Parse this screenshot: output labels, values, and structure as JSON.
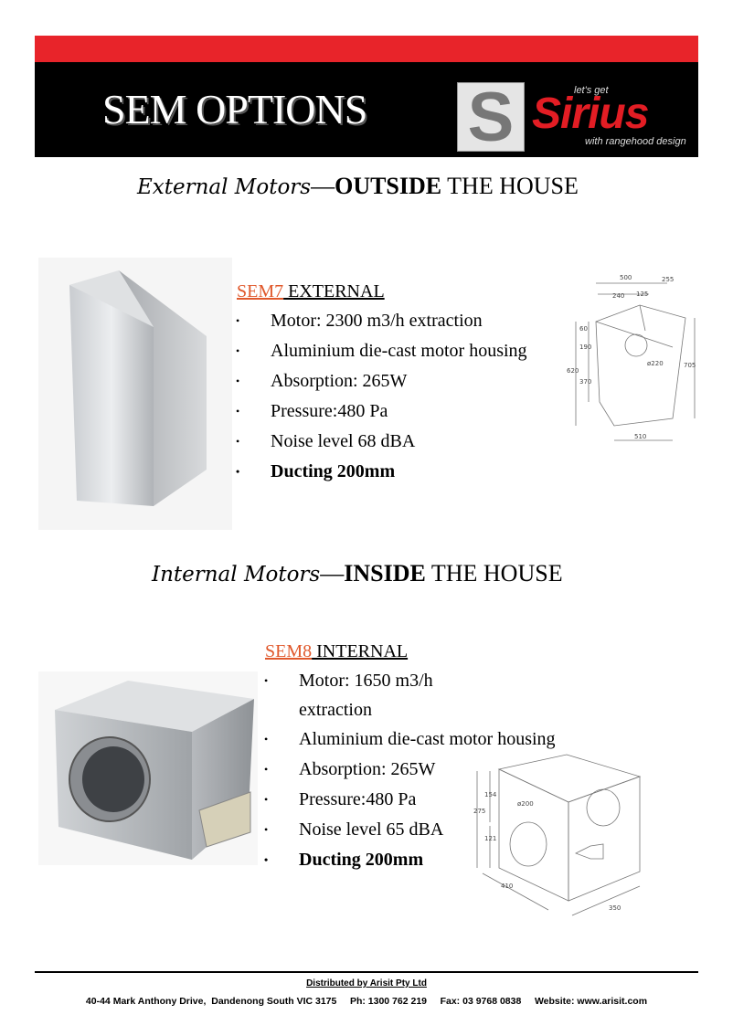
{
  "header": {
    "title": "SEM OPTIONS",
    "logo": {
      "letter": "S",
      "tagline_top": "let's get",
      "brand": "Sirius",
      "tagline_bottom": "with rangehood design"
    }
  },
  "sections": [
    {
      "heading_script": "External Motors",
      "heading_dash": "—",
      "heading_bold": "OUTSIDE",
      "heading_rest": " THE HOUSE",
      "product": {
        "code": "SEM7",
        "kind": " EXTERNAL",
        "specs": [
          "Motor: 2300 m3/h extraction",
          "Aluminium die-cast motor housing",
          "Absorption: 265W",
          "Pressure:480 Pa",
          "Noise level 68 dBA",
          "Ducting 200mm"
        ]
      },
      "drawing_labels": [
        "500",
        "255",
        "240",
        "125",
        "60",
        "190",
        "620",
        "370",
        "ø220",
        "705",
        "510"
      ]
    },
    {
      "heading_script": "Internal Motors",
      "heading_dash": "—",
      "heading_bold": "INSIDE",
      "heading_rest": " THE HOUSE",
      "product": {
        "code": "SEM8",
        "kind": " INTERNAL",
        "specs": [
          "Motor: 1650 m3/h extraction",
          "Aluminium die-cast motor housing",
          "Absorption: 265W",
          "Pressure:480 Pa",
          "Noise level 65 dBA",
          "Ducting 200mm"
        ]
      },
      "drawing_labels": [
        "275",
        "154",
        "121",
        "ø200",
        "410",
        "350"
      ]
    }
  ],
  "footer": {
    "title": "Distributed by Arisit Pty Ltd",
    "address": "40-44 Mark Anthony Drive,  Dandenong South VIC 3175",
    "phone": "Ph: 1300 762 219",
    "fax": "Fax: 03 9768 0838",
    "website": "Website: www.arisit.com"
  }
}
